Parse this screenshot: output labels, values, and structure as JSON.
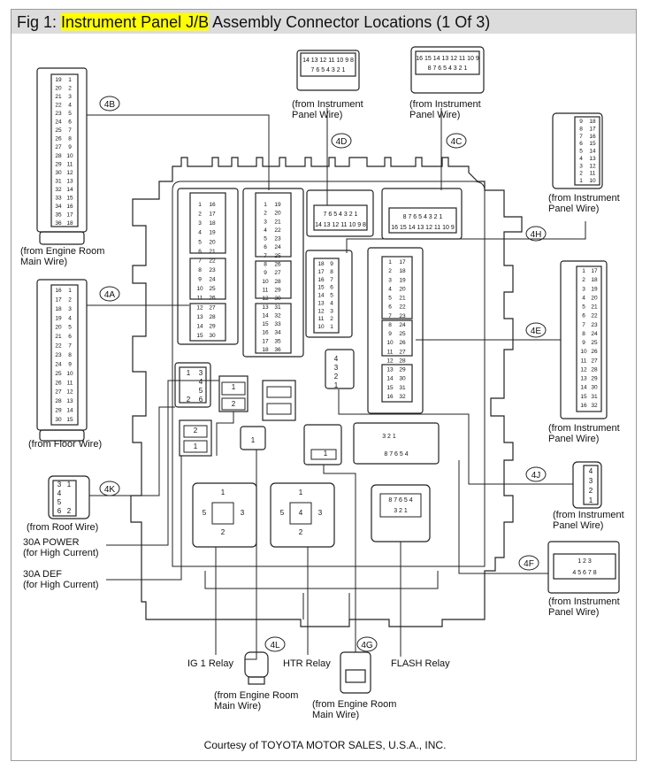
{
  "figure": {
    "title_prefix": "Fig 1: ",
    "title_highlight": "Instrument Panel J/B",
    "title_suffix": " Assembly Connector Locations (1 Of 3)",
    "highlight_color": "#ffff00",
    "courtesy": "Courtesy of TOYOTA MOTOR SALES, U.S.A., INC."
  },
  "tags": {
    "t4B": "4B",
    "t4A": "4A",
    "t4D": "4D",
    "t4C": "4C",
    "t4H": "4H",
    "t4E": "4E",
    "t4K": "4K",
    "t4J": "4J",
    "t4F": "4F",
    "t4L": "4L",
    "t4G": "4G"
  },
  "labels": {
    "engine_room_main_wire_4b": [
      "(from Engine Room",
      "Main Wire)"
    ],
    "floor_wire": "(from Floor Wire)",
    "roof_wire": "(from Roof Wire)",
    "power_30a": [
      "30A POWER",
      "(for High Current)"
    ],
    "def_30a": [
      "30A DEF",
      "(for High Current)"
    ],
    "instrument_panel_wire_4d": [
      "(from Instrument",
      "Panel Wire)"
    ],
    "instrument_panel_wire_4c": [
      "(from Instrument",
      "Panel Wire)"
    ],
    "instrument_panel_wire_4h": [
      "(from Instrument",
      "Panel Wire)"
    ],
    "instrument_panel_wire_4e": [
      "(from Instrument",
      "Panel Wire)"
    ],
    "instrument_panel_wire_4j": [
      "(from Instrument",
      "Panel Wire)"
    ],
    "instrument_panel_wire_4f": [
      "(from Instrument",
      "Panel Wire)"
    ],
    "ig1_relay": "IG 1 Relay",
    "htr_relay": "HTR Relay",
    "flash_relay": "FLASH Relay",
    "engine_room_main_wire_4l": [
      "(from Engine Room",
      "Main Wire)"
    ],
    "engine_room_main_wire_4g": [
      "(from Engine Room",
      "Main Wire)"
    ]
  },
  "pins": {
    "c4d_top": "14 13 12 11 10 9 8",
    "c4d_bottom": "7 6 5 4 3 2 1",
    "c4c_top": "16 15 14 13 12 11 10 9",
    "c4c_bottom": "8 7 6 5 4 3 2 1",
    "jb_4d_top": "7 6 5 4 3 2 1",
    "jb_4d_bottom": "14 13 12 11 10 9 8",
    "jb_4c_top": "8 7 6 5 4 3 2 1",
    "jb_4c_bottom": "16 15 14 13 12 11 10 9",
    "jb_4j_top": "3 2 1",
    "jb_4j_bottom": "8 7 6 5 4",
    "flash_top": "8 7 6 5 4",
    "flash_bottom": "3 2 1",
    "c4f_top": "1 2 3",
    "c4f_bottom": "4 5 6 7 8"
  },
  "pin_columns": {
    "c4b": [
      [
        "19",
        "20",
        "21",
        "22",
        "23",
        "24",
        "25",
        "26",
        "27",
        "28",
        "29",
        "30",
        "31",
        "32",
        "33",
        "34",
        "35",
        "36"
      ],
      [
        "1",
        "2",
        "3",
        "4",
        "5",
        "6",
        "7",
        "8",
        "9",
        "10",
        "11",
        "12",
        "13",
        "14",
        "15",
        "16",
        "17",
        "18"
      ]
    ],
    "c4a": [
      [
        "16",
        "17",
        "18",
        "19",
        "20",
        "21",
        "22",
        "23",
        "24",
        "25",
        "26",
        "27",
        "28",
        "29",
        "30"
      ],
      [
        "1",
        "2",
        "3",
        "4",
        "5",
        "6",
        "7",
        "8",
        "9",
        "10",
        "11",
        "12",
        "13",
        "14",
        "15"
      ]
    ],
    "c4h": [
      [
        "9",
        "8",
        "7",
        "6",
        "5",
        "4",
        "3",
        "2",
        "1"
      ],
      [
        "18",
        "17",
        "16",
        "15",
        "14",
        "13",
        "12",
        "11",
        "10"
      ]
    ],
    "c4e": [
      [
        "1",
        "2",
        "3",
        "4",
        "5",
        "6",
        "7",
        "8",
        "9",
        "10",
        "11",
        "12",
        "13",
        "14",
        "15",
        "16"
      ],
      [
        "17",
        "18",
        "19",
        "20",
        "21",
        "22",
        "23",
        "24",
        "25",
        "26",
        "27",
        "28",
        "29",
        "30",
        "31",
        "32"
      ]
    ],
    "jb_4b": [
      [
        "1",
        "2",
        "3",
        "4",
        "5",
        "6",
        "7",
        "8",
        "9",
        "10",
        "11",
        "12",
        "13",
        "14",
        "15",
        "16",
        "17",
        "18"
      ],
      [
        "19",
        "20",
        "21",
        "22",
        "23",
        "24",
        "25",
        "26",
        "27",
        "28",
        "29",
        "30",
        "31",
        "32",
        "33",
        "34",
        "35",
        "36"
      ]
    ],
    "jb_4a": [
      [
        "1",
        "2",
        "3",
        "4",
        "5",
        "6",
        "7",
        "8",
        "9",
        "10",
        "11",
        "12",
        "13",
        "14",
        "15"
      ],
      [
        "16",
        "17",
        "18",
        "19",
        "20",
        "21",
        "22",
        "23",
        "24",
        "25",
        "26",
        "27",
        "28",
        "29",
        "30"
      ]
    ],
    "jb_4h": [
      [
        "18",
        "17",
        "16",
        "15",
        "14",
        "13",
        "12",
        "11",
        "10"
      ],
      [
        "9",
        "8",
        "7",
        "6",
        "5",
        "4",
        "3",
        "2",
        "1"
      ]
    ],
    "jb_4e": [
      [
        "1",
        "2",
        "3",
        "4",
        "5",
        "6",
        "7",
        "8",
        "9",
        "10",
        "11",
        "12",
        "13",
        "14",
        "15",
        "16"
      ],
      [
        "17",
        "18",
        "19",
        "20",
        "21",
        "22",
        "23",
        "24",
        "25",
        "26",
        "27",
        "28",
        "29",
        "30",
        "31",
        "32"
      ]
    ]
  },
  "small_pins": {
    "c4k": [
      "3",
      "4",
      "5",
      "6",
      "1",
      "2"
    ],
    "c4j": [
      "4",
      "3",
      "2",
      "1"
    ],
    "jb_4k": [
      "1",
      "3",
      "4",
      "5",
      "2",
      "6"
    ],
    "jb_4g_single": [
      "1"
    ],
    "jb_4l_single": [
      "1"
    ],
    "relay_ig1": [
      "1",
      "5",
      "3",
      "2"
    ],
    "relay_htr": [
      "1",
      "5",
      "4",
      "3",
      "2"
    ],
    "small_box_a": [
      "1",
      "2"
    ],
    "small_box_b": [
      "2",
      "1"
    ],
    "jb_mid": [
      "4",
      "3",
      "2",
      "1"
    ]
  }
}
